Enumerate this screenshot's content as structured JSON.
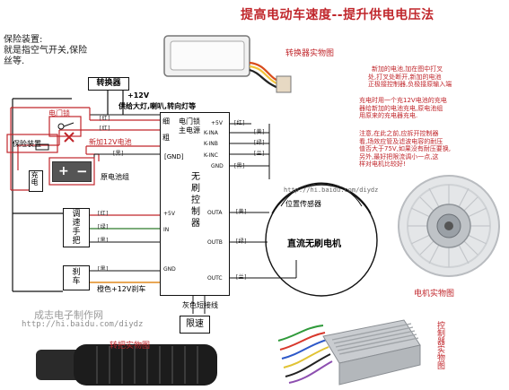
{
  "title": "提高电动车速度--提升供电电压法",
  "protection": {
    "line1": "保险装置:",
    "line2": "就是指空气开关,保险",
    "line3": "丝等."
  },
  "converter_photo_caption": "转换器实物图",
  "converter_box_label": "转换器",
  "plus12v": "+12V",
  "supply_label": "供给大灯,喇叭,转向灯等",
  "door_lock_label": "电门锁",
  "fuse_label": "保险装置",
  "add_battery_label": "新加12V电池",
  "original_battery_label": "原电池组",
  "charge_label": "充电",
  "gnd_label": "[GND]",
  "thick_label": "细",
  "thin_label": "粗",
  "controller": {
    "lock_line1": "电门锁",
    "lock_line2": "主电源",
    "body_chars": [
      "无",
      "刷",
      "控",
      "制",
      "器"
    ],
    "bottom_label": "灰色短接线",
    "speed_limit": "限速"
  },
  "motor_pins": {
    "p5v": "+5V",
    "ina": "K-INA",
    "inb": "K-INB",
    "inc": "K-INC",
    "gnd": "GND",
    "outa": "OUTA",
    "outb": "OUTB",
    "outc": "OUTC"
  },
  "left_pins": {
    "p5v": "+5V",
    "in": "IN",
    "gnd": "GND"
  },
  "wire_tags": {
    "red": "[红]",
    "black": "[黑]",
    "yellow": "[黄]",
    "green": "[绿]",
    "blue": "[兰]"
  },
  "motor_label": "直流无刷电机",
  "hall_label": "位置传感器",
  "throttle_label": "调速手把",
  "brake_label": "刹车",
  "brake_wire": "橙色+12V刹车",
  "paragraph1": [
    "新加的电池,加在图中打叉",
    "处,打叉处断开,新加的电池",
    "正极接控制器,负极接原输入端"
  ],
  "paragraph2": [
    "充电时用一个充12V电池的充电",
    "器给新加的电池充电,原电池组",
    "用原来的充电器充电."
  ],
  "paragraph3": [
    "注意,在此之前,应拆开控制器",
    "看,场效应管及滤波电容的耐压",
    "值否大于75V,如果没有耐压要换,",
    "另外,最好把限流调小一点,这",
    "样对电机比较好!"
  ],
  "url_watermark": "http://hi.baidu.com/diydz",
  "brand_line1": "成志电子制作网",
  "brand_line2": "http://hi.baidu.com/diydz",
  "motor_photo_caption": "电机实物图",
  "throttle_photo_caption": "转把实物图",
  "controller_photo_caption": "控制器实物图",
  "colors": {
    "red": "#c0262b",
    "wire": "#111111",
    "green": "#2f7a2a",
    "orange": "#e08a1e"
  }
}
